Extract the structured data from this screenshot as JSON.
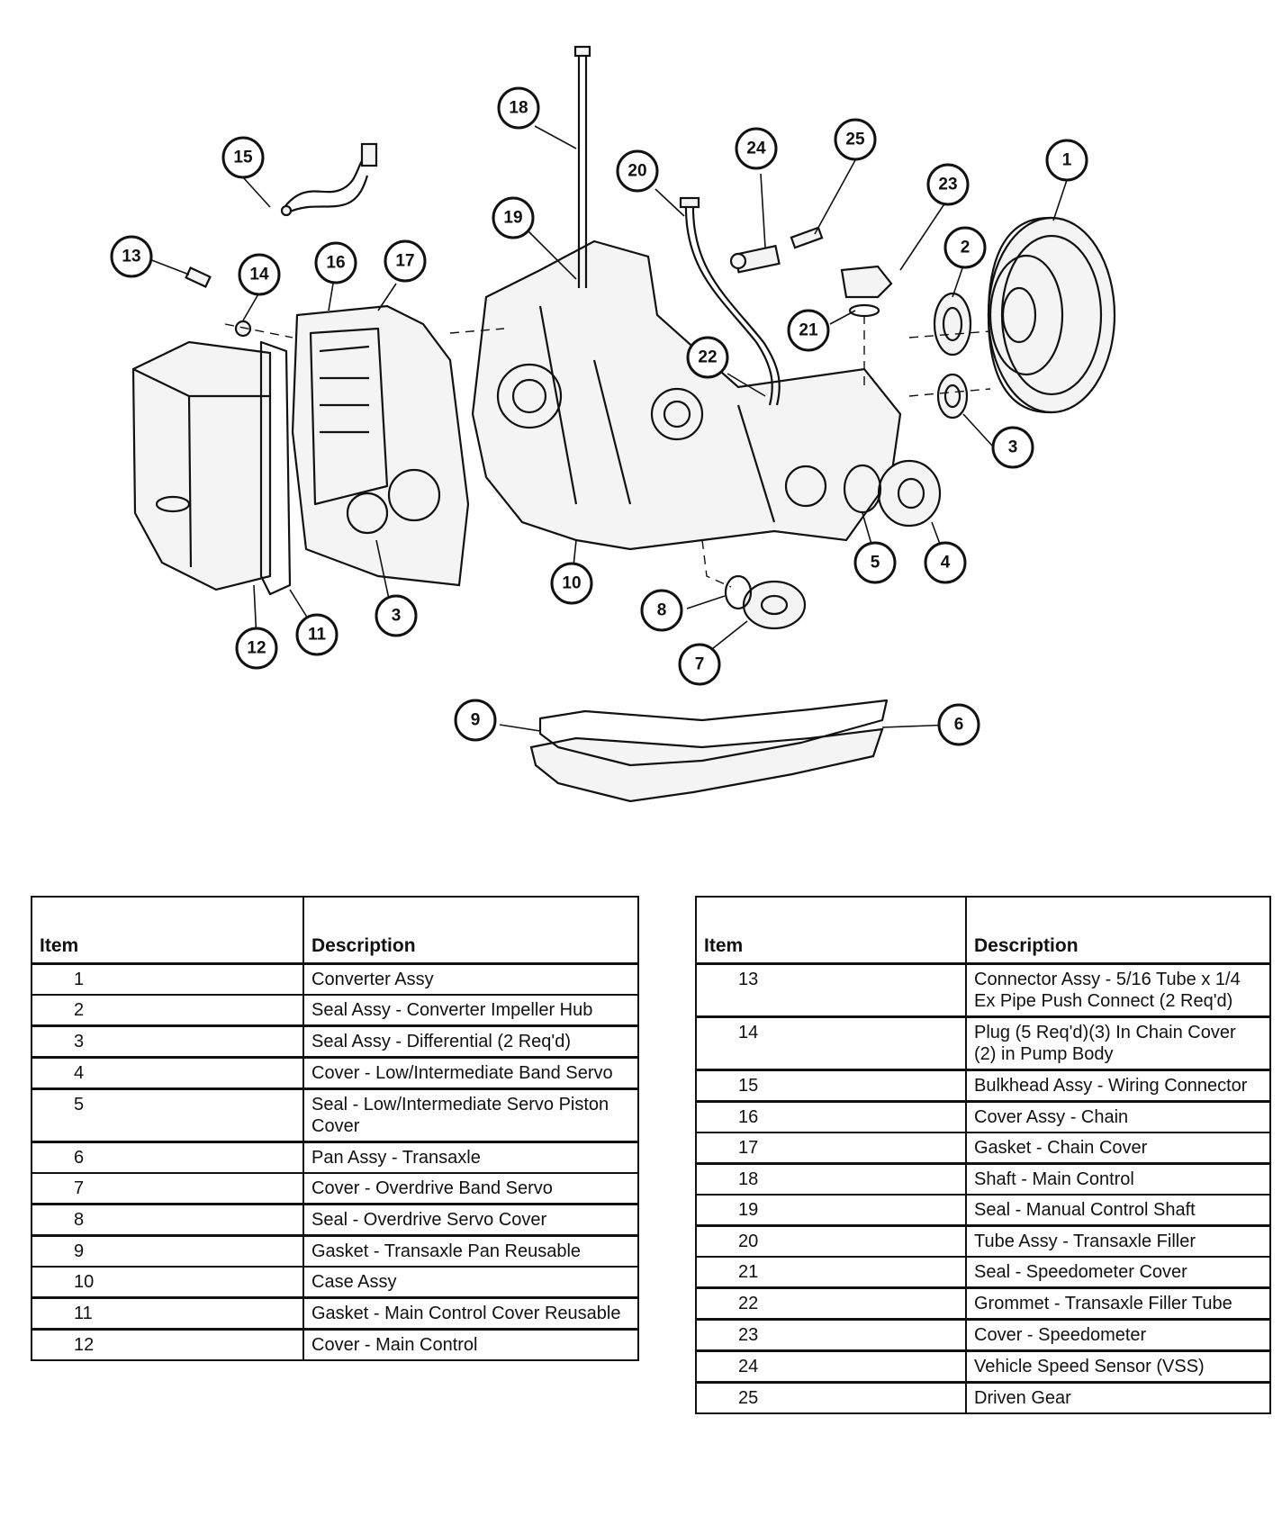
{
  "callouts": [
    "1",
    "2",
    "3",
    "4",
    "5",
    "6",
    "7",
    "8",
    "9",
    "10",
    "11",
    "12",
    "13",
    "14",
    "15",
    "16",
    "17",
    "18",
    "19",
    "20",
    "21",
    "22",
    "23",
    "24",
    "25"
  ],
  "legend_left": {
    "header": {
      "item": "Item",
      "description": "Description"
    },
    "rows": [
      {
        "item": "1",
        "description": "Converter Assy"
      },
      {
        "item": "2",
        "description": "Seal Assy - Converter Impeller Hub"
      },
      {
        "item": "3",
        "description": "Seal Assy - Differential (2 Req'd)"
      },
      {
        "item": "4",
        "description": "Cover - Low/Intermediate Band Servo"
      },
      {
        "item": "5",
        "description": "Seal - Low/Intermediate Servo Piston Cover"
      },
      {
        "item": "6",
        "description": "Pan Assy - Transaxle"
      },
      {
        "item": "7",
        "description": "Cover - Overdrive Band Servo"
      },
      {
        "item": "8",
        "description": "Seal - Overdrive Servo Cover"
      },
      {
        "item": "9",
        "description": "Gasket - Transaxle Pan Reusable"
      },
      {
        "item": "10",
        "description": "Case Assy"
      },
      {
        "item": "11",
        "description": "Gasket - Main Control Cover Reusable"
      },
      {
        "item": "12",
        "description": "Cover - Main Control"
      }
    ]
  },
  "legend_right": {
    "header": {
      "item": "Item",
      "description": "Description"
    },
    "rows": [
      {
        "item": "13",
        "description": "Connector Assy - 5/16 Tube x 1/4 Ex Pipe Push Connect (2 Req'd)"
      },
      {
        "item": "14",
        "description": "Plug (5 Req'd)(3) In Chain Cover (2) in Pump Body"
      },
      {
        "item": "15",
        "description": "Bulkhead Assy - Wiring Connector"
      },
      {
        "item": "16",
        "description": "Cover Assy - Chain"
      },
      {
        "item": "17",
        "description": "Gasket - Chain Cover"
      },
      {
        "item": "18",
        "description": "Shaft - Main Control"
      },
      {
        "item": "19",
        "description": "Seal - Manual Control Shaft"
      },
      {
        "item": "20",
        "description": "Tube Assy - Transaxle Filler"
      },
      {
        "item": "21",
        "description": "Seal - Speedometer Cover"
      },
      {
        "item": "22",
        "description": "Grommet - Transaxle Filler Tube"
      },
      {
        "item": "23",
        "description": "Cover - Speedometer"
      },
      {
        "item": "24",
        "description": "Vehicle Speed Sensor (VSS)"
      },
      {
        "item": "25",
        "description": "Driven Gear"
      }
    ]
  }
}
